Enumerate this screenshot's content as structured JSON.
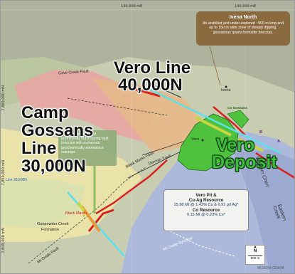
{
  "grid": {
    "top_ticks": [
      "130,000 mE",
      "140,000 mE"
    ],
    "left_ticks": [
      "7,860,000 mN",
      "7,850,000 mN",
      "7,840,000 mN"
    ]
  },
  "callouts": {
    "ivena_north": {
      "title": "Ivena North",
      "text": "An undrilled and under-explored ~900 m long and up to 150 m wide zone of steeply dipping, gossanous quartz-hematite breccias."
    },
    "camp_gossans": {
      "text": "A 1.8km long trend of prominently outcropping fault breccias with numerous geochemically anomalous outcrops"
    }
  },
  "labels": {
    "vero_line": "Vero Line",
    "vero_line_n": "40,000N",
    "camp_line_1": "Camp",
    "camp_line_2": "Gossans",
    "camp_line_3": "Line",
    "camp_line_n": "30,000N",
    "vero_deposit_1": "Vero",
    "vero_deposit_2": "Deposit",
    "cave_creek_fault": "Cave Creek Fault",
    "ivena": "Ivena",
    "vero": "Vero",
    "black_marlin_fault": "Black Marlin Fault",
    "dorman_fault": "Dorman Fault",
    "gunpowder_creek": "Gunpowder Creek",
    "formation": "Formation",
    "black_marlin": "Black Marlin",
    "mt_oxide_fault": "Mt Oxide Fault",
    "mt_oxide_syncline": "Mt Oxide Syncline",
    "eastern_creek": "Eastern Creek",
    "western_chert": "Western Chert",
    "co_gossans": "Co Gossans",
    "line_label": "Line 30,000N",
    "point_a": "A",
    "point_b": "B"
  },
  "resource": {
    "heading1": "Vero Pit &",
    "heading2": "Cu-Ag Resource",
    "line1": "15.98 Mt @ 1.43% Cu & 6.91 g/t Ag*",
    "heading3": "Co Resource",
    "line2": "9.15 Mt @ 0.23% Co*"
  },
  "north_arrow": {
    "letter": "N",
    "scale": "500 m"
  },
  "figure_ref": "MOA254.GDA94",
  "colors": {
    "pink_unit": "#e8a6a3",
    "orange_unit": "#e7b98a",
    "yellow_unit": "#ece4a8",
    "blue_unit": "#a9b7dd",
    "deposit_green": "#4fc23d",
    "fault_red": "#d8201f",
    "drill_line": "#5ce0ea"
  }
}
